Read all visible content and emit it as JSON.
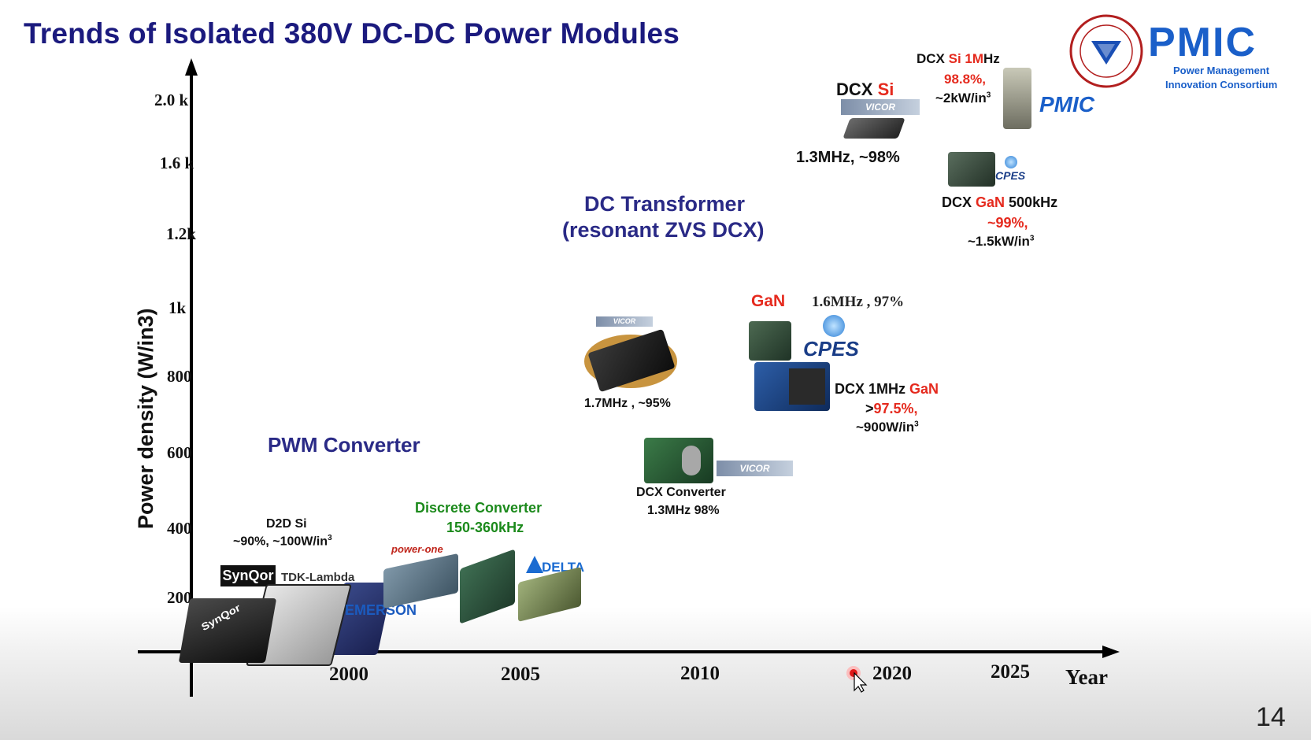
{
  "title": "Trends of Isolated 380V DC-DC Power Modules",
  "axes": {
    "y_label": "Power density  (W/in3)",
    "y_ticks": [
      "2.0 k",
      "1.6 k",
      "1.2k",
      "1k",
      "800",
      "600",
      "400",
      "200"
    ],
    "x_ticks": [
      "2000",
      "2005",
      "2010",
      "2020",
      "2025"
    ],
    "x_label": "Year"
  },
  "categories": {
    "pwm": "PWM Converter",
    "dcx_line1": "DC Transformer",
    "dcx_line2": "(resonant ZVS DCX)"
  },
  "annotations": {
    "d2d_line1": "D2D Si",
    "d2d_line2": "~90%, ~100W/in",
    "d2d_sup": "3",
    "discrete_line1": "Discrete Converter",
    "discrete_line2": "150-360kHz",
    "vicor_bcm": "1.7MHz , ~95%",
    "dcx_conv_line1": "DCX Converter",
    "dcx_conv_line2": "1.3MHz 98%",
    "gan_head": "GaN",
    "gan_spec": "1.6MHz , 97%",
    "dcx_1mhz_a": "DCX 1MHz ",
    "dcx_1mhz_b": "GaN",
    "dcx_1mhz_eff_a": ">",
    "dcx_1mhz_eff_b": "97.5%,",
    "dcx_1mhz_density": "~900W/in",
    "dcx_1mhz_sup": "3",
    "dcx_si_a": "DCX ",
    "dcx_si_b": "Si",
    "dcx_si_spec": "1.3MHz, ~98%",
    "dcx_si1m_a": "DCX ",
    "dcx_si1m_b": "Si 1M",
    "dcx_si1m_c": "Hz",
    "dcx_si1m_eff": "98.8%,",
    "dcx_si1m_density": "~2kW/in",
    "dcx_si1m_sup": "3",
    "dcx_gan500_a": "DCX ",
    "dcx_gan500_b": "GaN",
    "dcx_gan500_c": " 500kHz",
    "dcx_gan500_eff": "~99%,",
    "dcx_gan500_density": "~1.5kW/in",
    "dcx_gan500_sup": "3"
  },
  "logos": {
    "synqor": "SynQor",
    "tdk": "TDK-Lambda",
    "emerson": "EMERSON",
    "powerone": "power-one",
    "delta": "DELTA",
    "vicor": "VICOR",
    "cpes": "CPES",
    "pmic": "PMIC",
    "pmic_sub1": "Power Management",
    "pmic_sub2": "Innovation Consortium"
  },
  "page_number": "14",
  "colors": {
    "title": "#1b1a7e",
    "category": "#2a2a86",
    "highlight": "#e52a1e",
    "discrete": "#1c8a1c"
  }
}
